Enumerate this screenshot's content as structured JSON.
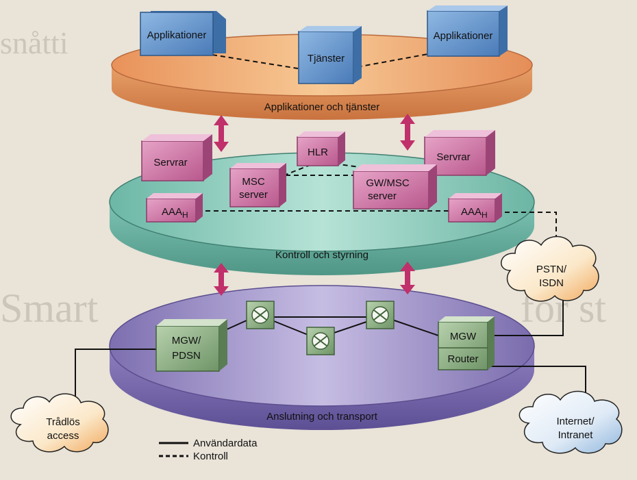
{
  "layers": {
    "top": "Applikationer och tjänster",
    "middle": "Kontroll och styrning",
    "bottom": "Anslutning och transport"
  },
  "top_nodes": {
    "app_left": "Applikationer",
    "tjanster": "Tjänster",
    "app_right": "Applikationer"
  },
  "middle_nodes": {
    "servrar_left": "Servrar",
    "hlr": "HLR",
    "servrar_right": "Servrar",
    "msc_line1": "MSC",
    "msc_line2": "server",
    "gwmsc_line1": "GW/MSC",
    "gwmsc_line2": "server",
    "aaa_left_main": "AAA",
    "aaa_left_sub": "H",
    "aaa_right_main": "AAA",
    "aaa_right_sub": "H"
  },
  "bottom_nodes": {
    "mgw_pdsn_line1": "MGW/",
    "mgw_pdsn_line2": "PDSN",
    "mgw": "MGW",
    "router": "Router"
  },
  "clouds": {
    "pstn_line1": "PSTN/",
    "pstn_line2": "ISDN",
    "tradlos_line1": "Trådlös",
    "tradlos_line2": "access",
    "internet_line1": "Internet/",
    "internet_line2": "Intranet"
  },
  "legend": {
    "user_data": "Användardata",
    "control": "Kontroll"
  },
  "colors": {
    "top_disc": "#f2b47a",
    "middle_disc": "#8fcfc0",
    "bottom_disc": "#9e8fc4",
    "app_box": "#5d8fc6",
    "server_box": "#c76a9c",
    "transport_box": "#7aa071",
    "arrow": "#c0306a"
  }
}
